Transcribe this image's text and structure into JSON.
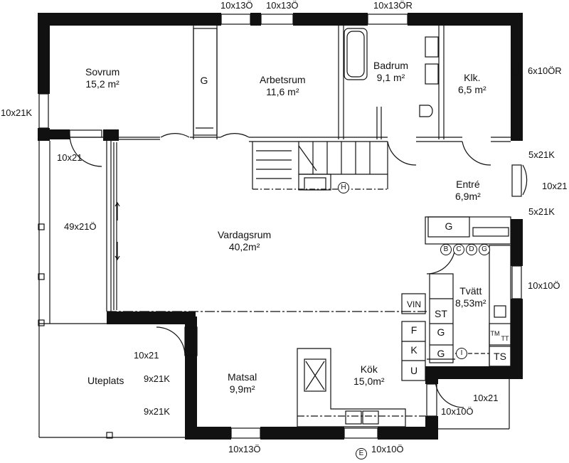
{
  "rooms": {
    "sovrum": {
      "name": "Sovrum",
      "area": "15,2 m²"
    },
    "arbetsrum": {
      "name": "Arbetsrum",
      "area": "11,6 m²"
    },
    "badrum": {
      "name": "Badrum",
      "area": "9,1 m²"
    },
    "klk": {
      "name": "Klk.",
      "area": "6,5 m²"
    },
    "entre": {
      "name": "Entré",
      "area": "6,9m²"
    },
    "vardagsrum": {
      "name": "Vardagsrum",
      "area": "40,2m²"
    },
    "tvatt": {
      "name": "Tvätt",
      "area": "8,53m²"
    },
    "kok": {
      "name": "Kök",
      "area": "15,0m²"
    },
    "matsal": {
      "name": "Matsal",
      "area": "9,9m²"
    },
    "uteplats": {
      "name": "Uteplats"
    }
  },
  "window_labels": {
    "top1": "10x13Ö",
    "top2": "10x13Ö",
    "top3": "10x13ÖR",
    "right1": "6x10ÖR",
    "right2": "10x10Ö",
    "bottom1": "10x13Ö",
    "bottom2": "10x10Ö",
    "bottom3": "10x10Ö",
    "left_sovrum": "10x21K",
    "sliding": "49x21Ö",
    "ute1": "9x21K",
    "ute2": "9x21K"
  },
  "door_labels": {
    "sovrum_out": "10x21",
    "entre_top": "5x21K",
    "entre_door": "10x21",
    "entre_bottom": "5x21K",
    "matsal_out": "10x21",
    "tvatt_out": "10x21"
  },
  "fixtures": {
    "g_wardrobe": "G",
    "g_entre": "G",
    "vin": "VIN",
    "st": "ST",
    "g_kok1": "G",
    "g_kok2": "G",
    "f": "F",
    "k": "K",
    "u": "U",
    "ts": "TS",
    "tm": "TM",
    "tt": "TT"
  },
  "markers": {
    "b": "B",
    "c": "C",
    "d": "D",
    "g": "G",
    "h": "H",
    "e": "E",
    "i": "I"
  }
}
